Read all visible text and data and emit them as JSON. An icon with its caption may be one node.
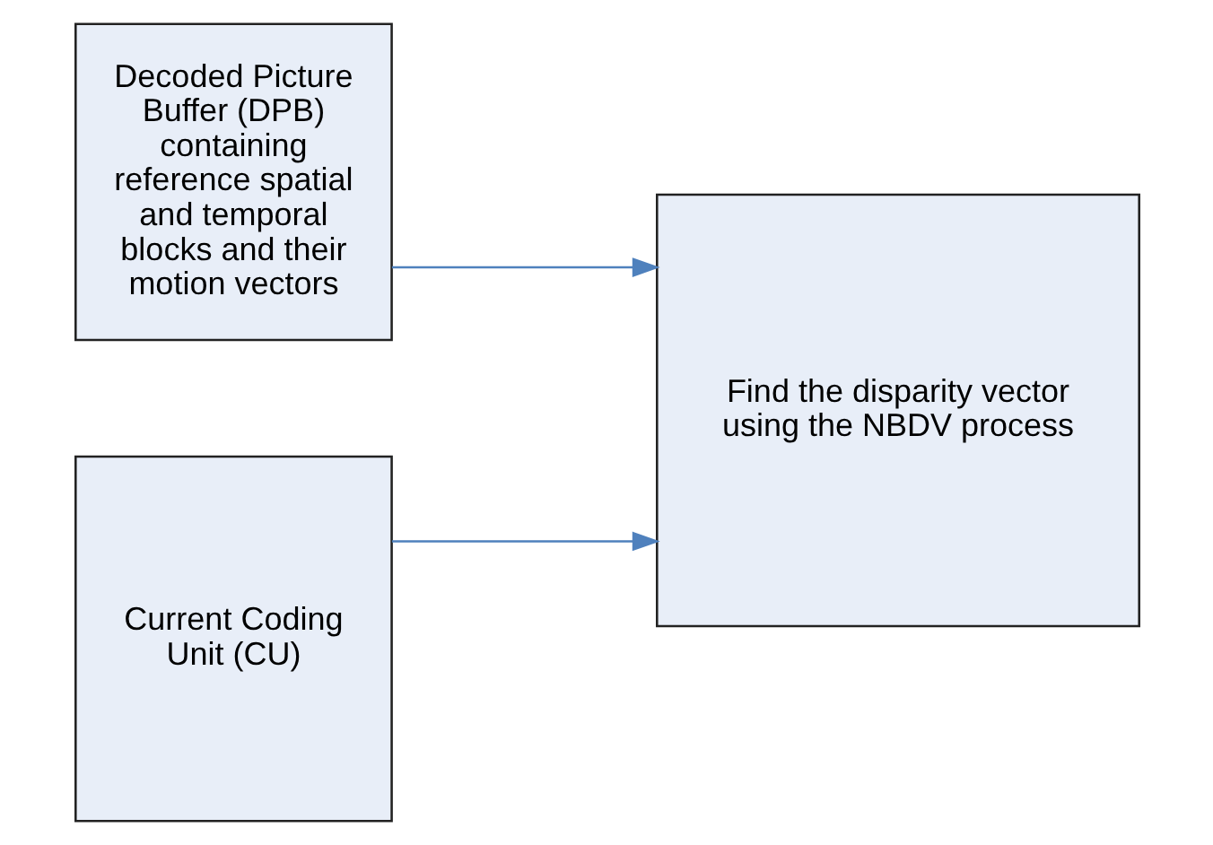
{
  "diagram": {
    "nodes": [
      {
        "text": [
          "Decoded Picture Buffer (DPB) containing reference spatial and temporal blocks and their motion vectors"
        ]
      },
      {
        "text": [
          "Current Coding Unit (CU)"
        ]
      },
      {
        "text": [
          "Find the disparity vector using the NBDV process"
        ]
      }
    ],
    "edges": [
      {
        "from": 0,
        "to": 2,
        "arrow": "to"
      },
      {
        "from": 1,
        "to": 2,
        "arrow": "to"
      }
    ]
  }
}
